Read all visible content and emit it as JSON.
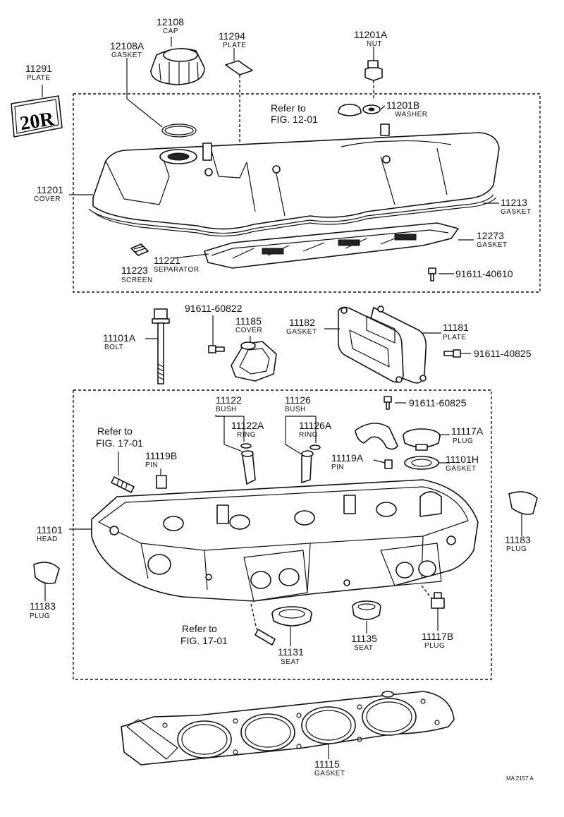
{
  "refs": {
    "fig_12_01_line1": "Refer to",
    "fig_12_01_line2": "FIG. 12-01",
    "fig_17_01_left_line1": "Refer to",
    "fig_17_01_left_line2": "FIG. 17-01",
    "fig_17_01_bottom_line1": "Refer to",
    "fig_17_01_bottom_line2": "FIG. 17-01"
  },
  "plate_emblem": "20R",
  "stamp": "MA 2157 A",
  "parts": {
    "p12108": {
      "number": "12108",
      "name": "CAP"
    },
    "p12108A": {
      "number": "12108A",
      "name": "GASKET"
    },
    "p11294": {
      "number": "11294",
      "name": "PLATE"
    },
    "p11201A": {
      "number": "11201A",
      "name": "NUT"
    },
    "p11291": {
      "number": "11291",
      "name": "PLATE"
    },
    "p11201B": {
      "number": "11201B",
      "name": "WASHER"
    },
    "p11201": {
      "number": "11201",
      "name": "COVER"
    },
    "p11213": {
      "number": "11213",
      "name": "GASKET"
    },
    "p12273": {
      "number": "12273",
      "name": "GASKET"
    },
    "p11221": {
      "number": "11221",
      "name": "SEPARATOR"
    },
    "p11223": {
      "number": "11223",
      "name": "SCREEN"
    },
    "p91611_40610": {
      "number": "91611-40610"
    },
    "p11101A": {
      "number": "11101A",
      "name": "BOLT"
    },
    "p91611_60822": {
      "number": "91611-60822"
    },
    "p11185": {
      "number": "11185",
      "name": "COVER"
    },
    "p11182": {
      "number": "11182",
      "name": "GASKET"
    },
    "p11181": {
      "number": "11181",
      "name": "PLATE"
    },
    "p91611_40825": {
      "number": "91611-40825"
    },
    "p11122": {
      "number": "11122",
      "name": "BUSH"
    },
    "p11122A": {
      "number": "11122A",
      "name": "RING"
    },
    "p11126": {
      "number": "11126",
      "name": "BUSH"
    },
    "p11126A": {
      "number": "11126A",
      "name": "RING"
    },
    "p91611_60825": {
      "number": "91611-60825"
    },
    "p11117A": {
      "number": "11117A",
      "name": "PLUG"
    },
    "p11101H": {
      "number": "11101H",
      "name": "GASKET"
    },
    "p11119B": {
      "number": "11119B",
      "name": "PIN"
    },
    "p11119A": {
      "number": "11119A",
      "name": "PIN"
    },
    "p11101": {
      "number": "11101",
      "name": "HEAD"
    },
    "p11183_right": {
      "number": "11183",
      "name": "PLUG"
    },
    "p11183_left": {
      "number": "11183",
      "name": "PLUG"
    },
    "p11131": {
      "number": "11131",
      "name": "SEAT"
    },
    "p11135": {
      "number": "11135",
      "name": "SEAT"
    },
    "p11117B": {
      "number": "11117B",
      "name": "PLUG"
    },
    "p11115": {
      "number": "11115",
      "name": "GASKET"
    }
  }
}
